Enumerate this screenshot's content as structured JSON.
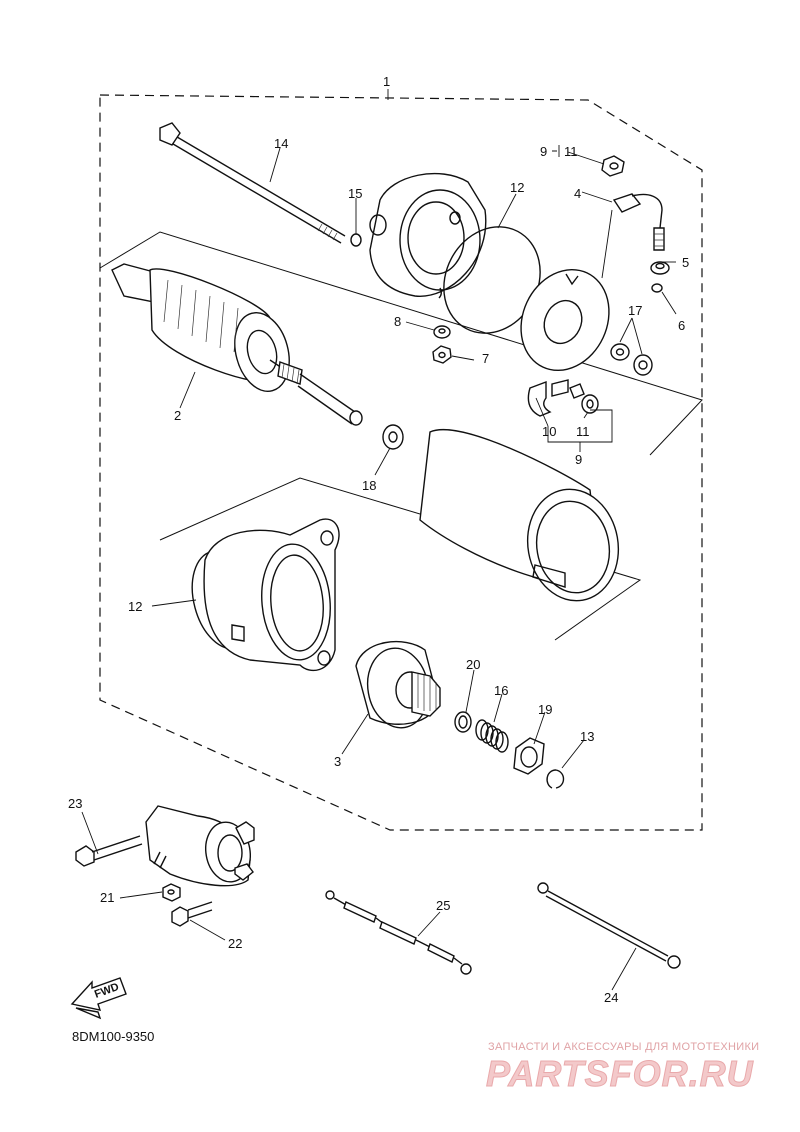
{
  "diagram": {
    "code": "8DM100-9350",
    "fwd_label": "FWD",
    "callouts": [
      {
        "id": "c1",
        "text": "1"
      },
      {
        "id": "c2",
        "text": "2"
      },
      {
        "id": "c3",
        "text": "3"
      },
      {
        "id": "c4",
        "text": "4"
      },
      {
        "id": "c5",
        "text": "5"
      },
      {
        "id": "c6",
        "text": "6"
      },
      {
        "id": "c7",
        "text": "7"
      },
      {
        "id": "c8",
        "text": "8"
      },
      {
        "id": "c9a",
        "text": "9"
      },
      {
        "id": "c9b",
        "text": "9"
      },
      {
        "id": "c10",
        "text": "10"
      },
      {
        "id": "c11a",
        "text": "11"
      },
      {
        "id": "c11b",
        "text": "11"
      },
      {
        "id": "c12a",
        "text": "12"
      },
      {
        "id": "c12b",
        "text": "12"
      },
      {
        "id": "c13",
        "text": "13"
      },
      {
        "id": "c14",
        "text": "14"
      },
      {
        "id": "c15",
        "text": "15"
      },
      {
        "id": "c16",
        "text": "16"
      },
      {
        "id": "c17",
        "text": "17"
      },
      {
        "id": "c18",
        "text": "18"
      },
      {
        "id": "c19",
        "text": "19"
      },
      {
        "id": "c20",
        "text": "20"
      },
      {
        "id": "c21",
        "text": "21"
      },
      {
        "id": "c22",
        "text": "22"
      },
      {
        "id": "c23",
        "text": "23"
      },
      {
        "id": "c24",
        "text": "24"
      },
      {
        "id": "c25",
        "text": "25"
      }
    ]
  },
  "watermark": {
    "tagline": "ЗАПЧАСТИ И АКСЕССУАРЫ ДЛЯ МОТОТЕХНИКИ",
    "brand": "PARTSFOR.RU"
  },
  "colors": {
    "line": "#111111",
    "watermark_fill": "#f3c9ca",
    "watermark_stroke": "#e9a9ab",
    "watermark_text": "#e0a3a6"
  }
}
